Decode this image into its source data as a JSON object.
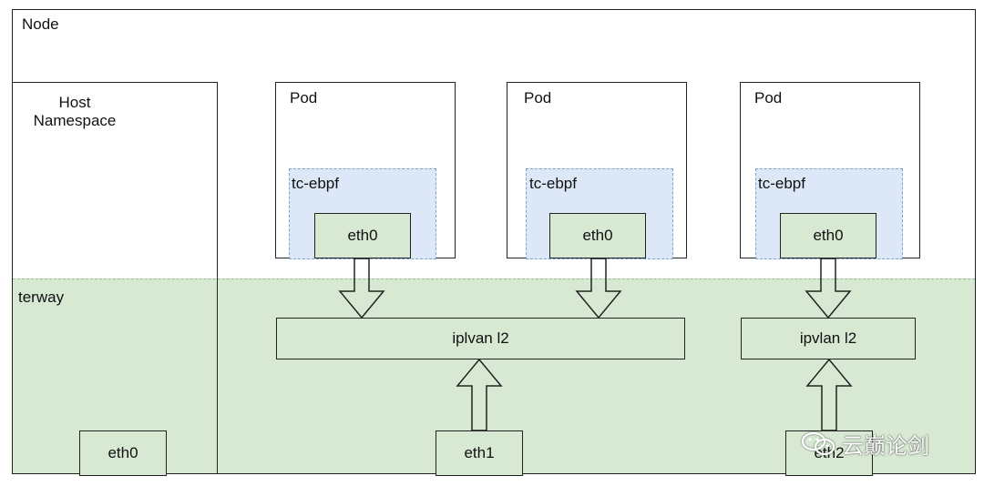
{
  "node": {
    "label": "Node"
  },
  "host_namespace": {
    "label": "Host Namespace",
    "eth": "eth0"
  },
  "terway": {
    "label": "terway"
  },
  "pods": [
    {
      "label": "Pod",
      "tc": "tc-ebpf",
      "eth": "eth0"
    },
    {
      "label": "Pod",
      "tc": "tc-ebpf",
      "eth": "eth0"
    },
    {
      "label": "Pod",
      "tc": "tc-ebpf",
      "eth": "eth0"
    }
  ],
  "bridges": [
    {
      "label": "iplvan l2"
    },
    {
      "label": "ipvlan l2"
    }
  ],
  "host_ifaces": [
    {
      "label": "eth1"
    },
    {
      "label": "eth2"
    }
  ],
  "watermark": {
    "text": "云巅论剑",
    "icon": "wechat-icon"
  },
  "colors": {
    "terway_green": "#d7e8d3",
    "terway_border": "#88c07f",
    "tc_blue": "#dce8f8",
    "tc_border": "#7fa3cf"
  }
}
